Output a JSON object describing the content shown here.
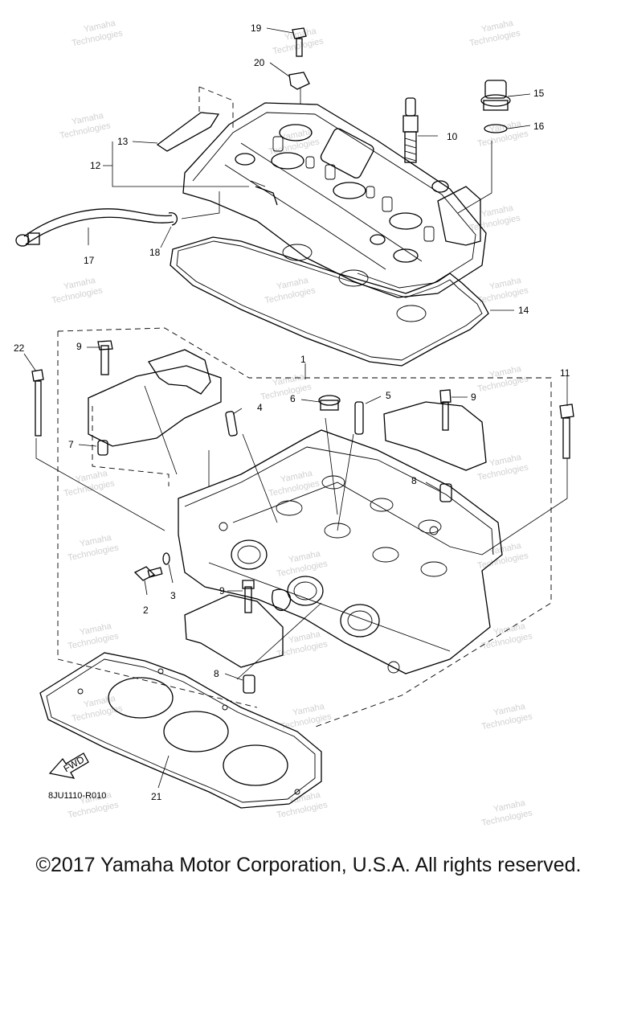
{
  "diagram": {
    "part_labels": [
      "1",
      "2",
      "3",
      "4",
      "5",
      "6",
      "7",
      "8",
      "8",
      "9",
      "9",
      "9",
      "10",
      "11",
      "12",
      "13",
      "14",
      "15",
      "16",
      "17",
      "18",
      "19",
      "20",
      "21",
      "22"
    ],
    "drawing_code": "8JU1110-R010",
    "fwd_label": "FWD",
    "watermark": [
      "Yamaha",
      "Technologies"
    ]
  },
  "footer": {
    "copyright": "©2017 Yamaha Motor Corporation, U.S.A. All rights reserved."
  }
}
